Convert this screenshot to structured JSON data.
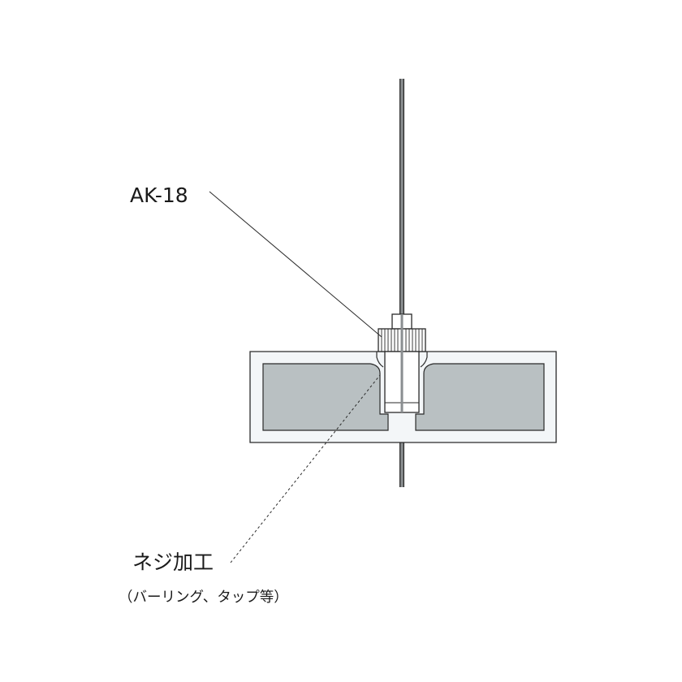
{
  "labels": {
    "part_name": "AK-18",
    "process_name": "ネジ加工",
    "process_note": "（バーリング、タップ等）"
  },
  "colors": {
    "panel_fill": "#f3f6f8",
    "panel_inner_fill": "#b9c0c2",
    "wire": "#8a8e90",
    "outline": "#2a2a2a",
    "text": "#1a1a1a"
  }
}
